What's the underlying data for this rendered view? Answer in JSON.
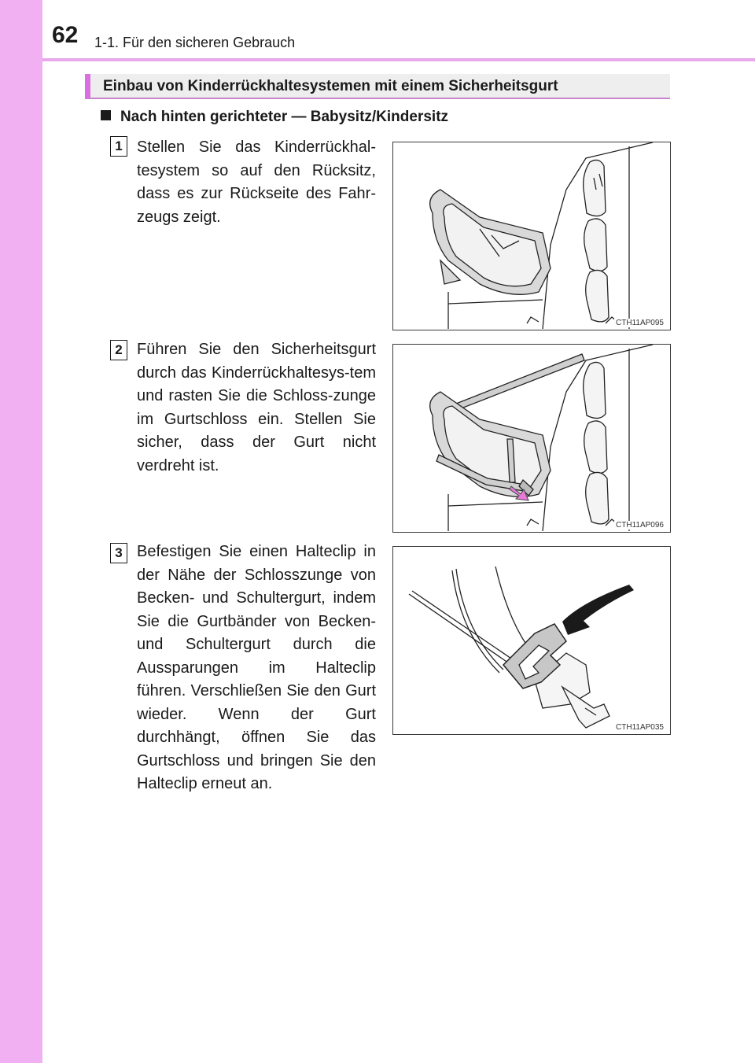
{
  "header": {
    "page_number": "62",
    "chapter_title": "1-1. Für den sicheren Gebrauch"
  },
  "section": {
    "title": "Einbau von Kinderrückhaltesystemen mit einem Sicherheitsgurt",
    "subheading": "Nach hinten gerichteter — Babysitz/Kindersitz"
  },
  "steps": [
    {
      "number": "1",
      "text": "Stellen Sie das Kinderrückhal-tesystem so auf den Rücksitz, dass es zur Rückseite des Fahr-zeugs zeigt.",
      "figure_code": "CTH11AP095"
    },
    {
      "number": "2",
      "text": "Führen Sie den Sicherheitsgurt durch das Kinderrückhaltesys-tem und rasten Sie die Schloss-zunge im Gurtschloss ein. Stellen Sie sicher, dass der Gurt nicht verdreht ist.",
      "figure_code": "CTH11AP096"
    },
    {
      "number": "3",
      "text": "Befestigen Sie einen Halteclip in der Nähe der Schlosszunge von Becken- und Schultergurt, indem Sie die Gurtbänder von Becken- und Schultergurt durch die Aussparungen im Halteclip führen. Verschließen Sie den Gurt wieder. Wenn der Gurt durchhängt, öffnen Sie das Gurtschloss und bringen Sie den Halteclip erneut an.",
      "figure_code": "CTH11AP035"
    }
  ],
  "colors": {
    "side_band": "#f0b0f2",
    "accent": "#d96fe0",
    "arrow": "#e77ad8"
  }
}
